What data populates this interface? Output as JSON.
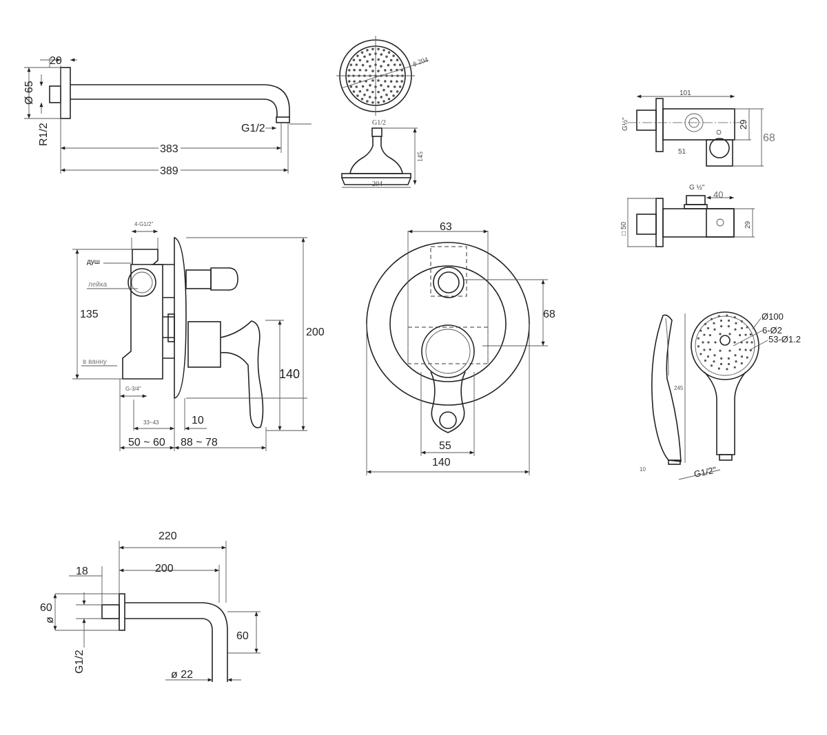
{
  "shower_arm": {
    "flange_width": "20",
    "diameter": "Ø 65",
    "thread_in": "R1/2",
    "thread_out": "G1/2",
    "length_inner": "383",
    "length_total": "389"
  },
  "rain_head": {
    "diameter_top": "ϕ 204",
    "thread": "G1/2",
    "height": "145",
    "width": "204"
  },
  "wall_outlet": {
    "length": "101",
    "thread": "G½\"",
    "body_height": "29",
    "total_height": "68",
    "offset": "51",
    "thread_top": "G ½\"",
    "holder_width": "40",
    "flange": "□ 50",
    "holder_height": "29"
  },
  "mixer_side": {
    "inlets": "4-G1/2\"",
    "label_shower": "душ",
    "label_hand": "лейка",
    "height_body": "135",
    "label_bath": "в ванну",
    "outlet": "G-3/4\"",
    "depth_range": "33~43",
    "plate": "10",
    "wall_range": "50 ~ 60",
    "handle_range": "88 ~ 78",
    "total_height": "200",
    "handle_height": "140"
  },
  "mixer_front": {
    "top_width": "63",
    "top_offset": "68",
    "handle_width": "55",
    "plate_diameter": "140"
  },
  "hand_shower": {
    "diameter": "Ø100",
    "jets_large": "6-Ø2",
    "jets_small": "53-Ø1.2",
    "length": "245",
    "thread_length": "10",
    "thread": "G1/2\""
  },
  "spout": {
    "length_total": "220",
    "length": "200",
    "flange": "18",
    "flange_diameter": "60",
    "diameter_symbol": "ø",
    "thread": "G1/2",
    "drop": "60",
    "outlet_diameter": "ø 22"
  }
}
